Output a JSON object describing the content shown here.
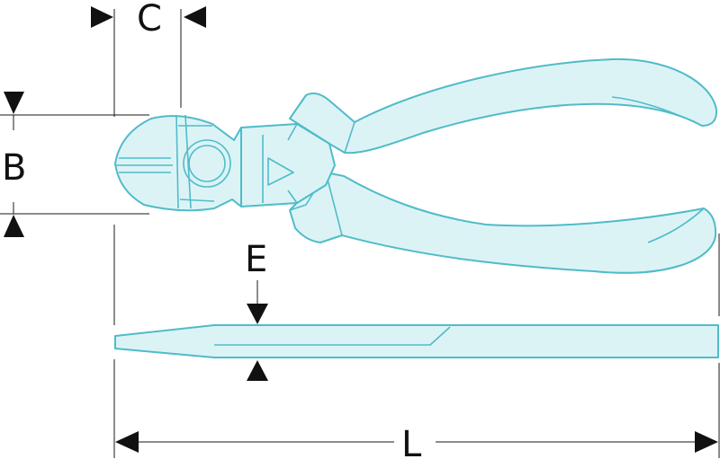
{
  "dimensions": {
    "c_label": "C",
    "b_label": "B",
    "e_label": "E",
    "l_label": "L"
  },
  "colors": {
    "tool_fill": "#dcf3f6",
    "tool_stroke": "#4fbcc8",
    "dimension_lines": "#1a1a1a"
  }
}
